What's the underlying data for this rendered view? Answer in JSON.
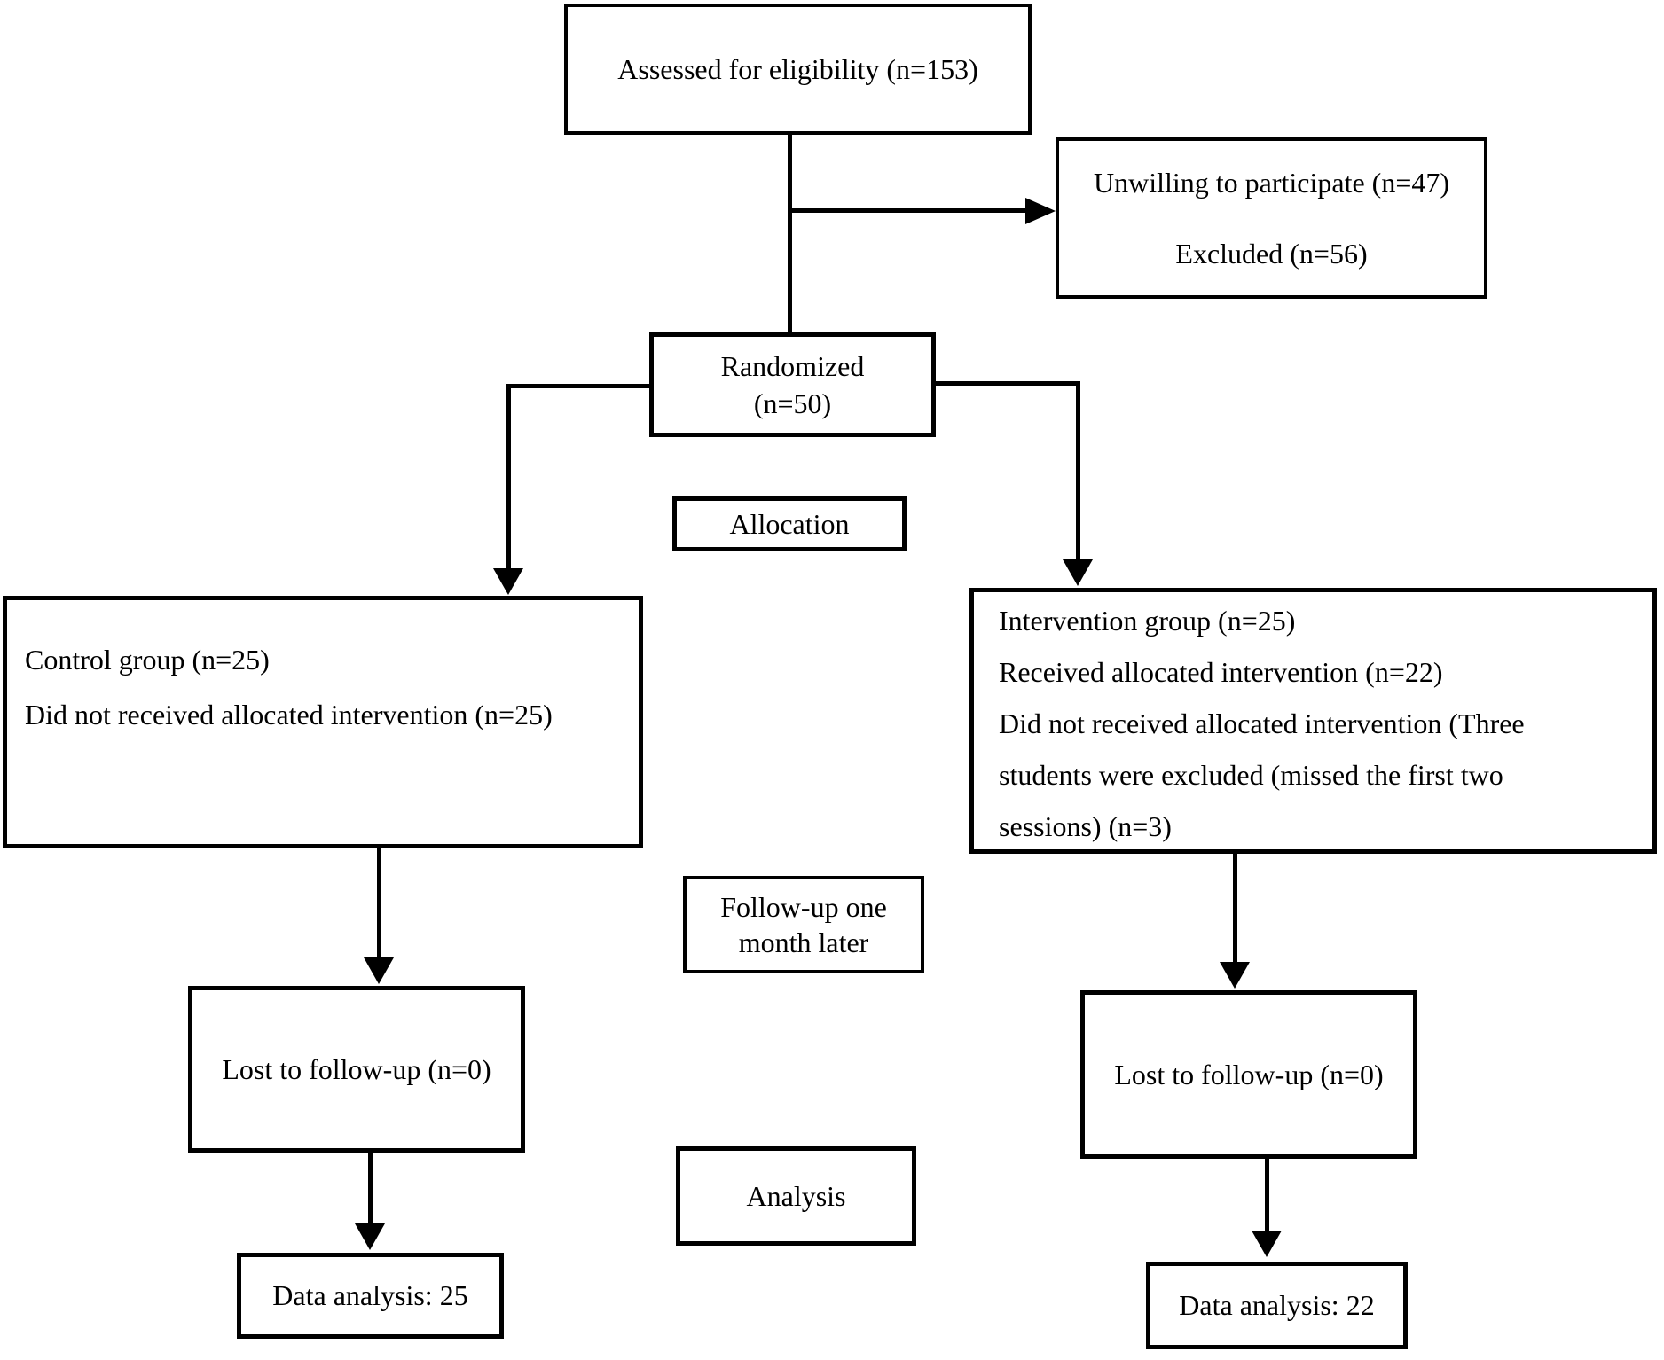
{
  "nodes": {
    "assessed": {
      "lines": [
        "Assessed for eligibility (n=153)"
      ]
    },
    "excluded": {
      "lines": [
        "Unwilling to participate (n=47)",
        "Excluded (n=56)"
      ]
    },
    "randomized": {
      "lines": [
        "Randomized",
        "(n=50)"
      ]
    },
    "allocation": {
      "lines": [
        "Allocation"
      ]
    },
    "control": {
      "lines": [
        "Control group (n=25)",
        "Did not received allocated intervention (n=25)"
      ]
    },
    "intervention": {
      "lines": [
        "Intervention group (n=25)",
        "Received allocated intervention (n=22)",
        "Did not received allocated intervention (Three",
        "students were excluded (missed the first two",
        "sessions) (n=3)"
      ]
    },
    "followup": {
      "lines": [
        "Follow-up one",
        "month later"
      ]
    },
    "lost_control": {
      "lines": [
        "Lost to follow-up (n=0)"
      ]
    },
    "lost_intervention": {
      "lines": [
        "Lost to follow-up (n=0)"
      ]
    },
    "analysis": {
      "lines": [
        "Analysis"
      ]
    },
    "data_control": {
      "lines": [
        "Data analysis: 25"
      ]
    },
    "data_intervention": {
      "lines": [
        "Data analysis: 22"
      ]
    }
  },
  "colors": {
    "line": "#000000",
    "text": "#000000",
    "background": "#ffffff"
  }
}
